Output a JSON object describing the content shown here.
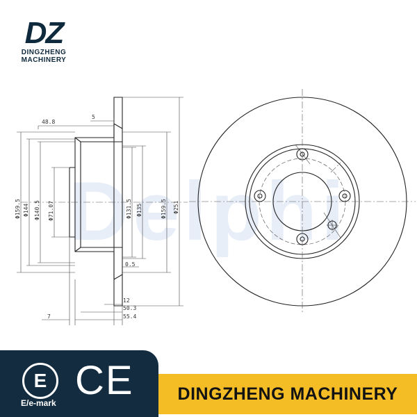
{
  "brand": {
    "logo_mark": "DZ",
    "logo_line1": "DINGZHENG",
    "logo_line2": "MACHINERY",
    "banner_text": "DINGZHENG MACHINERY",
    "watermark": "Delphi"
  },
  "certifications": {
    "emark_symbol": "E",
    "emark_label": "E/e-mark",
    "ce_symbol": "CE"
  },
  "drawing": {
    "dimensions": {
      "d_48_8": "48.8",
      "d_5": "5",
      "d_159_5_left": "Φ159.5",
      "d_144": "Φ144",
      "d_140_5": "Φ140.5",
      "d_71_07": "Φ71.07",
      "d_131_5": "Φ131.5",
      "d_135": "Φ135",
      "d_159_5_right": "Φ159.5",
      "d_251": "Φ251",
      "d_0_5": "0.5",
      "d_12": "12",
      "d_50_3": "50.3",
      "d_55_4": "55.4",
      "d_7": "7"
    }
  },
  "colors": {
    "navy": "#132c40",
    "yellow": "#f5bd25",
    "line": "#222222",
    "watermark": "#e8eef8"
  }
}
